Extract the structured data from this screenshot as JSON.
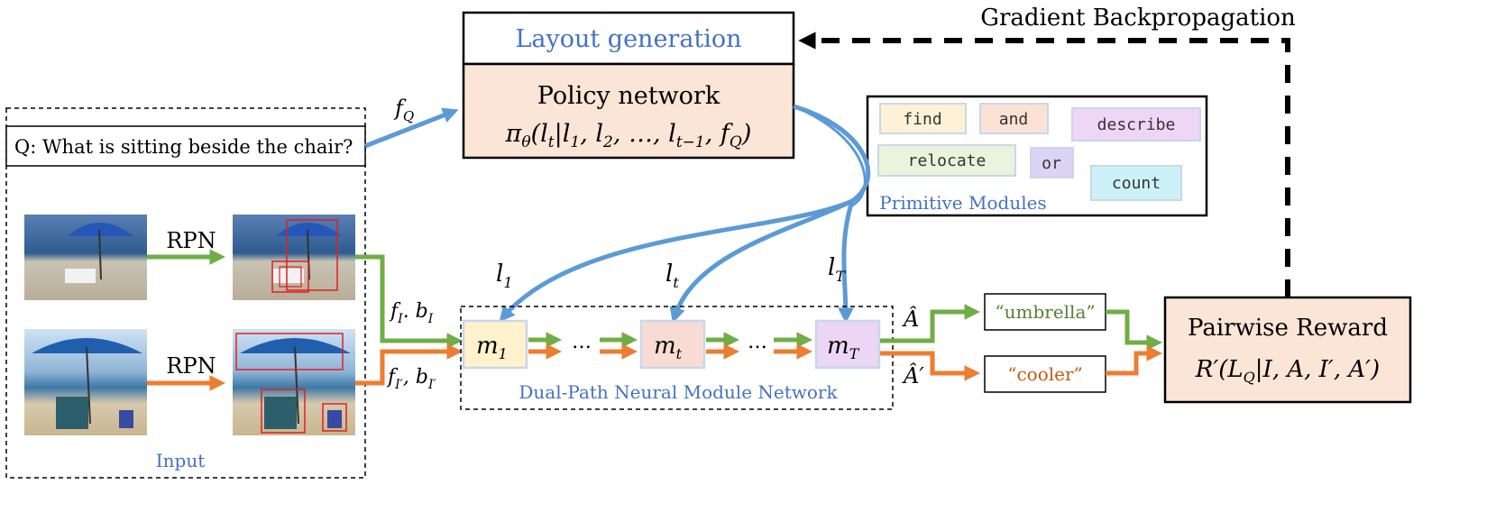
{
  "layout_box": {
    "title": "Layout generation",
    "policy_label": "Policy network",
    "policy_formula": "π_θ(l_t | l_1, l_2, …, l_{t−1}, f_Q)"
  },
  "gradient_label": "Gradient Backpropagation",
  "question": "Q: What is sitting beside the chair?",
  "input_label": "Input",
  "rpn_labels": [
    "RPN",
    "RPN"
  ],
  "symbols": {
    "f_q": "f_Q",
    "f_i": "f_I . b_I",
    "f_i2": "f_I′ , b_I′",
    "l_1": "l_1",
    "l_t": "l_t",
    "l_T": "l_T",
    "a_hat": "Â",
    "a_hat2": "Â′"
  },
  "modules": {
    "m1": "m_1",
    "mt": "m_t",
    "mT": "m_T",
    "ellipsis": "…"
  },
  "dual_path_label": "Dual-Path Neural Module Network",
  "primitive_modules": {
    "label": "Primitive Modules",
    "items": [
      {
        "text": "find",
        "color": "#fdf1d6"
      },
      {
        "text": "and",
        "color": "#fbe2d4"
      },
      {
        "text": "describe",
        "color": "#f0d6f6"
      },
      {
        "text": "relocate",
        "color": "#eaf4dc"
      },
      {
        "text": "or",
        "color": "#dcd4f4"
      },
      {
        "text": "count",
        "color": "#ccf2f8"
      }
    ]
  },
  "answers": {
    "a1": "“umbrella”",
    "a2": "“cooler”"
  },
  "reward": {
    "title": "Pairwise Reward",
    "formula": "R′(L_Q | I, A, I′, A′)"
  },
  "colors": {
    "blue": "#5b9bd5",
    "green": "#70ad47",
    "orange": "#ed7d31",
    "peach": "#fbe5d6",
    "title_blue": "#4472c4"
  }
}
